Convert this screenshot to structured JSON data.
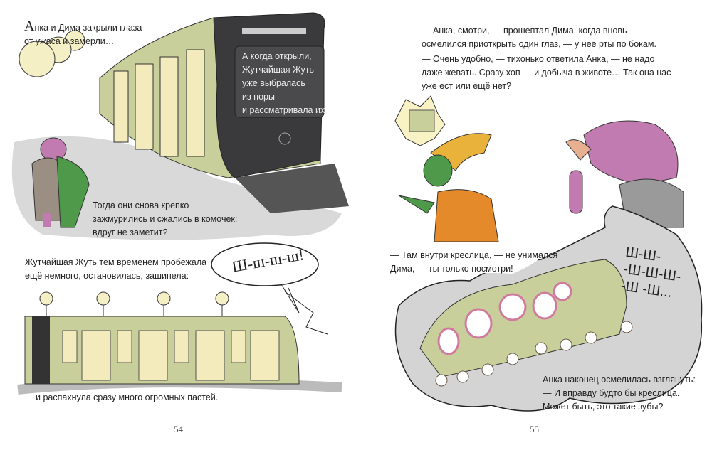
{
  "left_page": {
    "intro_first_letter": "А",
    "intro_rest": "нка и Дима закрыли глаза\nот ужаса и замерли…",
    "train_screen_text": "А когда открыли,\nЖутчайшая Жуть\nуже выбралась\nиз норы\nи рассматривала их.",
    "paragraph_2": "Тогда они снова крепко\nзажмурились и сжались в комочек:\nвдруг не заметит?",
    "hiss": "Ш-ш-ш-ш!",
    "paragraph_3": "Жутчайшая Жуть тем временем пробежала\nещё немного, остановилась, зашипела:",
    "paragraph_4": "и распахнула сразу много огромных пастей.",
    "page_number": "54"
  },
  "right_page": {
    "paragraph_1": "—  Анка, смотри, — прошептал Дима, когда вновь\nосмелился приоткрыть один глаз, — у неё рты по бокам.",
    "paragraph_2": "—  Очень удобно, — тихонько ответила Анка, — не надо\nдаже жевать. Сразу хоп — и добыча в животе… Так она нас\nуже ест или ещё нет?",
    "paragraph_3": "—  Там внутри креслица, — не унимался\nДима, — ты только посмотри!",
    "hiss": "Ш-Ш-\n-Ш-Ш-Ш-\n-Ш -Ш...",
    "paragraph_4": "Анка наконец осмелилась взглянуть:\n—  И вправду будто бы креслица.\nМожет быть, это такие зубы?",
    "page_number": "55"
  },
  "colors": {
    "train_green": "#c9cf9a",
    "train_dark": "#3a3a3c",
    "window_light": "#f3ebbc",
    "monster_pink": "#c27bb0",
    "croc_green": "#4f9a4a",
    "orange": "#e58a2b"
  }
}
